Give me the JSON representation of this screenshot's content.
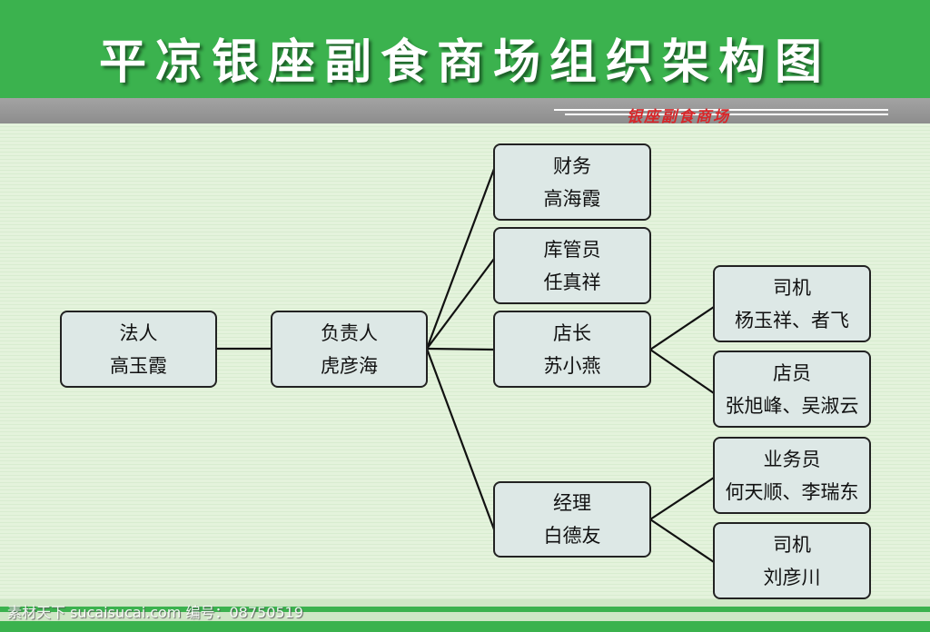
{
  "header": {
    "title": "平凉银座副食商场组织架构图",
    "subtitle": "银座副食商场"
  },
  "colors": {
    "header_green": "#3bb24e",
    "node_fill": "#dde8e6",
    "subtitle_red": "#d6272a"
  },
  "nodes": {
    "legal": {
      "role": "法人",
      "name": "高玉霞"
    },
    "head": {
      "role": "负责人",
      "name": "虎彦海"
    },
    "finance": {
      "role": "财务",
      "name": "高海霞"
    },
    "warehouse": {
      "role": "库管员",
      "name": "任真祥"
    },
    "store_manager": {
      "role": "店长",
      "name": "苏小燕"
    },
    "manager": {
      "role": "经理",
      "name": "白德友"
    },
    "driver1": {
      "role": "司机",
      "name": "杨玉祥、者飞"
    },
    "clerks": {
      "role": "店员",
      "name": "张旭峰、吴淑云"
    },
    "sales": {
      "role": "业务员",
      "name": "何天顺、李瑞东"
    },
    "driver2": {
      "role": "司机",
      "name": "刘彦川"
    }
  },
  "footer": {
    "watermark": "素材天下 sucaisucai.com  编号：08750519"
  }
}
